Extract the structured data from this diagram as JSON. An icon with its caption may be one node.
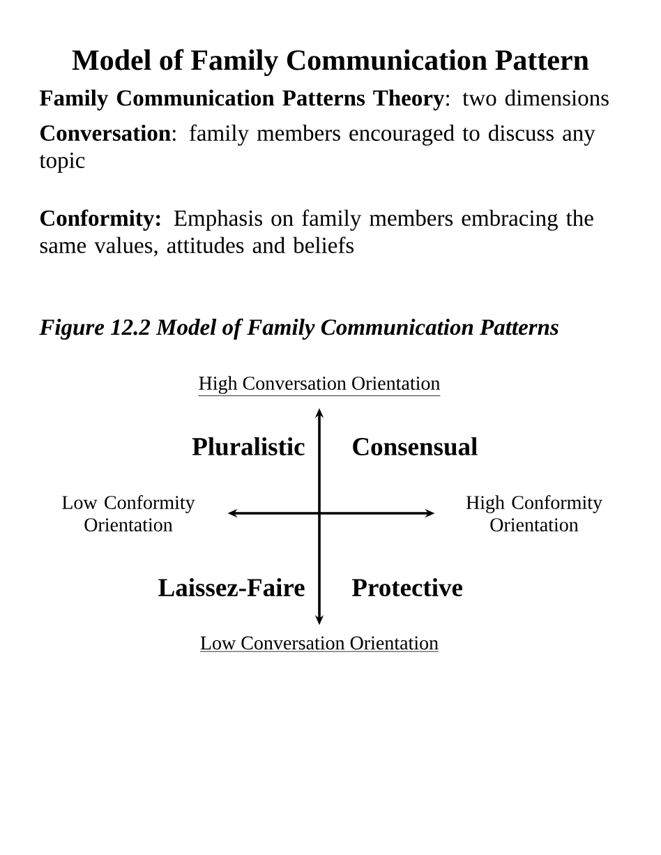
{
  "diagram": {
    "title": "Model of Family Communication Pattern",
    "caption": "Figure 12.2  Model of Family Communication Patterns",
    "nodes": [
      {
        "text": [
          "High Conversation Orientation"
        ]
      },
      {
        "text": [
          "Low Conformity Orientation"
        ]
      },
      {
        "text": [
          "High Conformity Orientation"
        ]
      },
      {
        "text": [
          "Low Conversation Orientation"
        ]
      }
    ],
    "edges": [
      {
        "from": 0,
        "to": 3,
        "arrow": "both"
      },
      {
        "from": 1,
        "to": 2,
        "arrow": "both"
      }
    ],
    "labels": [
      "**Family Communication Patterns Theory**: two dimensions",
      "**Conversation**: family members encouraged to discuss any topic",
      "**Conformity:** Emphasis on family members embracing the same values, attitudes and beliefs",
      "Pluralistic",
      "Consensual",
      "Laissez-Faire",
      "Protective"
    ]
  }
}
